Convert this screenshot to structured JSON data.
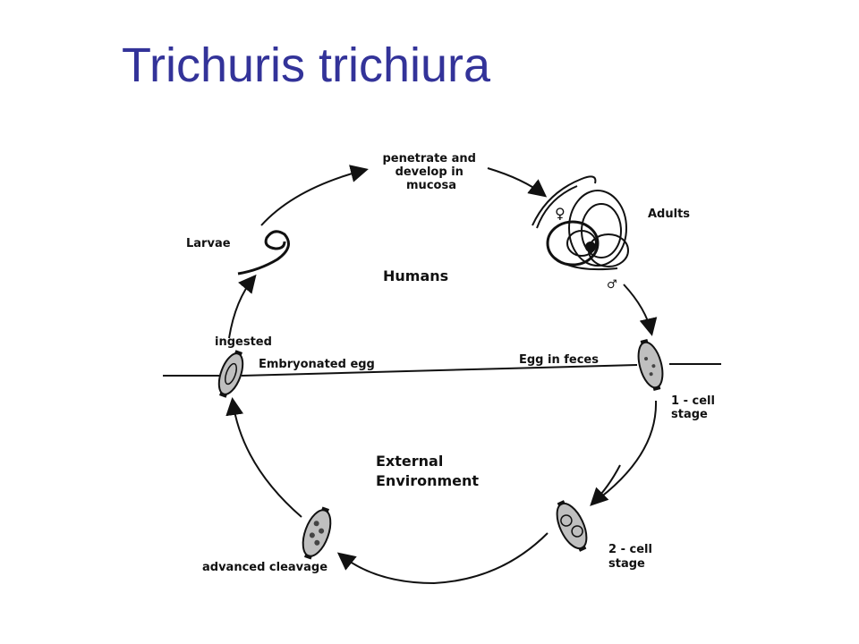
{
  "slide": {
    "title": "Trichuris trichiura",
    "title_color": "#333399"
  },
  "diagram": {
    "labels": {
      "penetrate": [
        "penetrate and",
        "develop in",
        "mucosa"
      ],
      "adults": "Adults",
      "larvae": "Larvae",
      "humans": "Humans",
      "ingested": "ingested",
      "embryonated_egg": "Embryonated egg",
      "egg_in_feces": "Egg in feces",
      "one_cell": [
        "1 - cell",
        "stage"
      ],
      "external": [
        "External",
        "Environment"
      ],
      "two_cell": [
        "2 - cell",
        "stage"
      ],
      "advanced_cleavage": "advanced cleavage"
    },
    "symbols": {
      "female": "♀",
      "male": "♂"
    }
  }
}
